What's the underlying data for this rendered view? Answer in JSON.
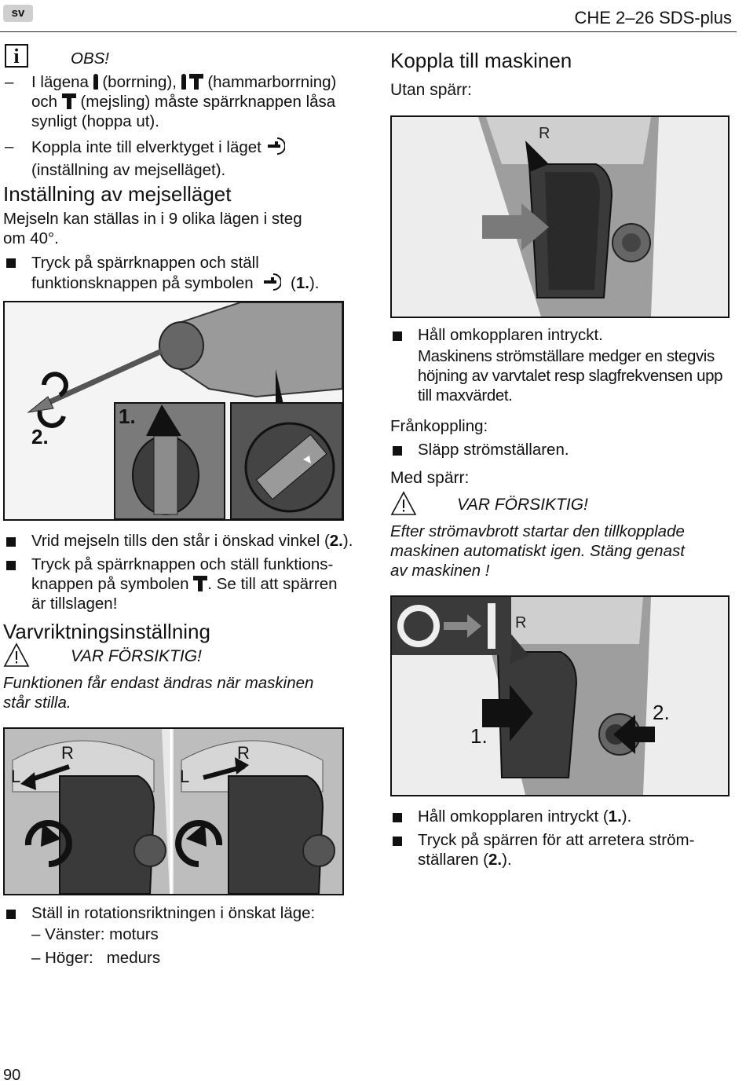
{
  "header": {
    "lang": "sv",
    "model": "CHE 2–26 SDS-plus"
  },
  "left": {
    "obs_title": "OBS!",
    "obs_items": [
      [
        "I lägena",
        "(borrning),",
        "(hammarborrning)",
        "och",
        "(mejsling) måste spärrknappen låsa",
        "synligt (hoppa ut)."
      ],
      [
        "Koppla inte till elverktyget i läget",
        "(inställning av mejselläget)."
      ]
    ],
    "chisel_heading": "Inställning av mejselläget",
    "chisel_text": [
      "Mejseln kan ställas in i 9 olika lägen i steg",
      "om 40°."
    ],
    "chisel_bullet": [
      "Tryck på spärrknappen och ställ",
      "funktionsknappen på symbolen",
      "(",
      "1.",
      ")."
    ],
    "fig1_labels": {
      "step1": "1.",
      "step2": "2."
    },
    "after_fig1": {
      "b1": [
        "Vrid mejseln tills den står i önskad vinkel (",
        "2.",
        ")."
      ],
      "b2": [
        "Tryck på spärrknappen och ställ funktions-",
        "knappen på symbolen",
        ". Se till att spärren",
        "är tillslagen!"
      ]
    },
    "rotation_heading": "Varvriktningsinställning",
    "caution": "VAR FÖRSIKTIG!",
    "rotation_note": [
      "Funktionen får endast ändras när maskinen",
      "står stilla."
    ],
    "fig3_labels": {
      "l": "L",
      "r": "R"
    },
    "rotation_bullet": "Ställ in rotationsriktningen i önskat läge:",
    "rotation_dirs": [
      "Vänster: moturs",
      "Höger:",
      "medurs"
    ]
  },
  "right": {
    "heading": "Koppla till maskinen",
    "without_lock": "Utan spärr:",
    "fig2_labels": {
      "r": "R"
    },
    "b_hold": "Håll omkopplaren intryckt.",
    "hold_text": [
      "Maskinens strömställare medger en stegvis",
      "höjning av varvtalet resp slagfrekvensen upp",
      "till maxvärdet."
    ],
    "off_label": "Frånkoppling:",
    "b_release": "Släpp strömställaren.",
    "with_lock": "Med spärr:",
    "caution": "VAR FÖRSIKTIG!",
    "warn_text": [
      "Efter strömavbrott startar den tillkopplade",
      "maskinen automatiskt igen. Stäng genast",
      "av maskinen !"
    ],
    "fig4_labels": {
      "step1": "1.",
      "step2": "2.",
      "r": "R"
    },
    "b_final1": [
      "Håll omkopplaren intryckt (",
      "1.",
      ")."
    ],
    "b_final2": [
      "Tryck på spärren för att arretera ström-",
      "ställaren (",
      "2.",
      ")."
    ]
  },
  "page_number": "90"
}
